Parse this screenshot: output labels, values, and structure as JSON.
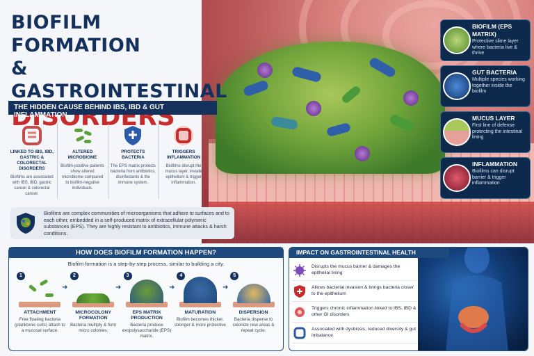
{
  "title": {
    "line1": "BIOFILM FORMATION",
    "line2": "& GASTROINTESTINAL",
    "line3": "DISORDERS"
  },
  "subtitle": "THE HIDDEN CAUSE BEHIND IBS, IBD & GUT INFLAMMATION",
  "features": [
    {
      "heading": "LINKED TO IBS, IBD, GASTRIC & COLORECTAL DISORDERS",
      "desc": "Biofilms are associated with IBS, IBD, gastric cancer & colorectal cancer.",
      "icon": "intestine-icon"
    },
    {
      "heading": "ALTERED MICROBIOME",
      "desc": "Biofilm-positive patients show altered microbiome compared to biofilm-negative individuals.",
      "icon": "bacteria-icon"
    },
    {
      "heading": "PROTECTS BACTERIA",
      "desc": "The EPS matrix protects bacteria from antibiotics, disinfectants & the immune system.",
      "icon": "shield-icon"
    },
    {
      "heading": "TRIGGERS INFLAMMATION",
      "desc": "Biofilms disrupt the mucus layer, invade epithelium & trigger inflammation.",
      "icon": "inflamed-colon-icon"
    }
  ],
  "about": "Biofilms are complex communities of microorganisms that adhere to surfaces and to each other, embedded in a self-produced matrix of extracellular polymeric substances (EPS). They are highly resistant to antibiotics, immune attacks & harsh conditions.",
  "callouts": [
    {
      "heading": "BIOFILM (EPS MATRIX)",
      "desc": "Protective slime layer where bacteria live & thrive"
    },
    {
      "heading": "GUT BACTERIA",
      "desc": "Multiple species working together inside the biofilm"
    },
    {
      "heading": "MUCUS LAYER",
      "desc": "First line of defense protecting the intestinal lining"
    },
    {
      "heading": "INFLAMMATION",
      "desc": "Biofilms can disrupt barrier & trigger inflammation"
    }
  ],
  "steps": {
    "heading": "HOW DOES BIOFILM FORMATION HAPPEN?",
    "intro": "Biofilm formation is a step-by-step process, similar to building a city.",
    "items": [
      {
        "num": "1",
        "heading": "ATTACHMENT",
        "desc": "Free floating bacteria (planktonic cells) attach to a mucosal surface."
      },
      {
        "num": "2",
        "heading": "MICROCOLONY FORMATION",
        "desc": "Bacteria multiply & form micro colonies."
      },
      {
        "num": "3",
        "heading": "EPS MATRIX PRODUCTION",
        "desc": "Bacteria produce exopolysaccharide (EPS) matrix."
      },
      {
        "num": "4",
        "heading": "MATURATION",
        "desc": "Biofilm becomes thicker, stronger & more protective"
      },
      {
        "num": "5",
        "heading": "DISPERSION",
        "desc": "Bacteria disperse to colonize new areas & repeat cycle."
      }
    ]
  },
  "impact": {
    "heading": "IMPACT ON GASTROINTESTINAL HEALTH",
    "items": [
      {
        "text": "Disrupts the mucus barrier & damages the epithelial lining",
        "icon": "virus-icon"
      },
      {
        "text": "Allows bacterial invasion & brings bacteria closer to the epithelium",
        "icon": "shield-alert-icon"
      },
      {
        "text": "Triggers chronic inflammation linked to IBS, IBD & other GI disorders",
        "icon": "inflammation-icon"
      },
      {
        "text": "Associated with dysbiosis, reduced diversity & gut imbalance",
        "icon": "colon-icon"
      }
    ]
  },
  "colors": {
    "navy": "#14305c",
    "red": "#c62a2a",
    "green": "#6fa33a"
  }
}
